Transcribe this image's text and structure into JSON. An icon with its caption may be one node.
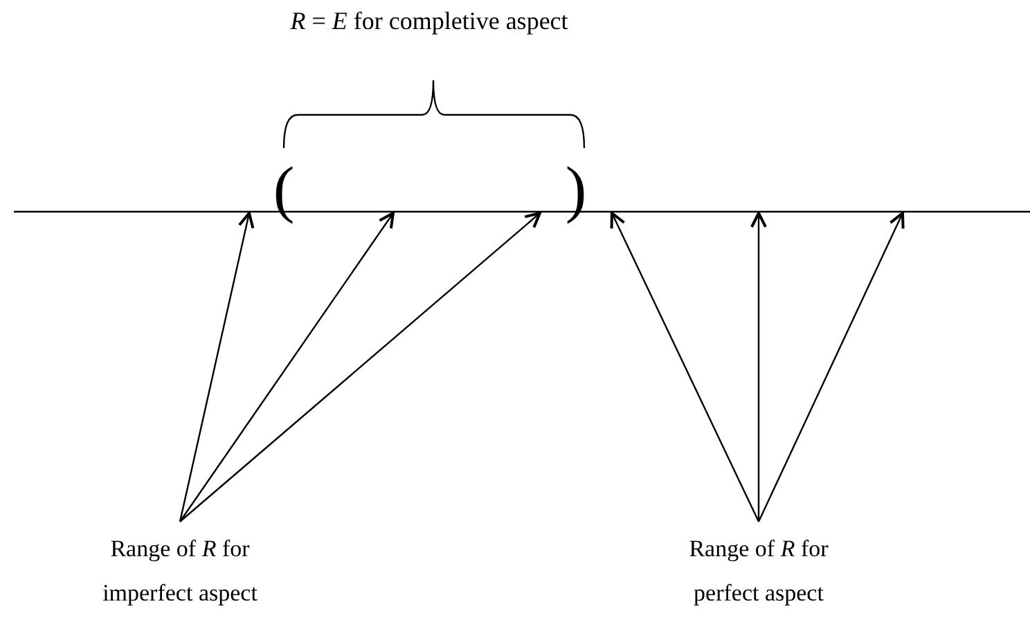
{
  "diagram": {
    "nodes": [
      {
        "text": [
          "Range of *R* for imperfect aspect"
        ]
      },
      {
        "text": [
          "Range of *R* for perfect aspect"
        ]
      }
    ],
    "edges": [
      {
        "from": 0,
        "to": null,
        "arrow": "to"
      },
      {
        "from": 0,
        "to": null,
        "arrow": "to"
      },
      {
        "from": 0,
        "to": null,
        "arrow": "to"
      },
      {
        "from": 1,
        "to": null,
        "arrow": "to"
      },
      {
        "from": 1,
        "to": null,
        "arrow": "to"
      },
      {
        "from": 1,
        "to": null,
        "arrow": "to"
      }
    ],
    "labels": [
      "*R* = *E* for completive aspect",
      "(",
      ")"
    ]
  }
}
